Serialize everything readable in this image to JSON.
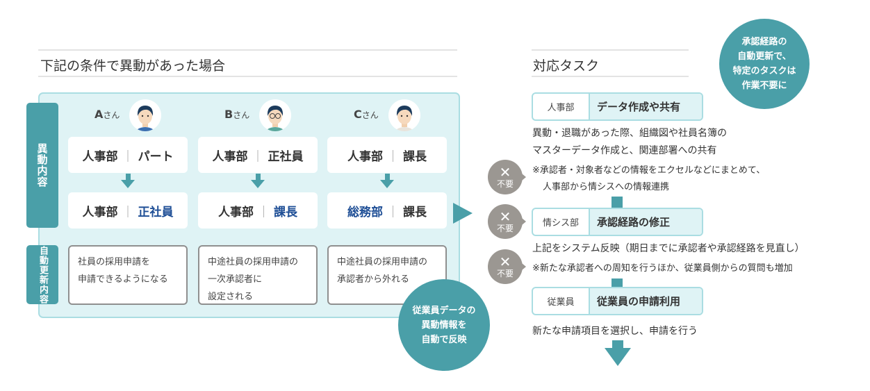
{
  "left": {
    "title": "下記の条件で異動があった場合",
    "side_labels": {
      "change": "異動内容",
      "auto_update": "自動更新内容"
    },
    "people": [
      {
        "name": "A",
        "suffix": "さん",
        "before": {
          "dept": "人事部",
          "role": "パート"
        },
        "after": {
          "dept": "人事部",
          "role": "正社員"
        },
        "changed": "role",
        "auto": [
          "社員の採用申請を",
          "申請できるようになる"
        ]
      },
      {
        "name": "B",
        "suffix": "さん",
        "before": {
          "dept": "人事部",
          "role": "正社員"
        },
        "after": {
          "dept": "人事部",
          "role": "課長"
        },
        "changed": "role",
        "auto": [
          "中途社員の採用申請の",
          "一次承認者に",
          "設定される"
        ]
      },
      {
        "name": "C",
        "suffix": "さん",
        "before": {
          "dept": "人事部",
          "role": "課長"
        },
        "after": {
          "dept": "総務部",
          "role": "課長"
        },
        "changed": "dept",
        "auto": [
          "中途社員の採用申請の",
          "承認者から外れる"
        ]
      }
    ],
    "separator": "｜",
    "badge": [
      "従業員データの",
      "異動情報を",
      "自動で反映"
    ]
  },
  "right": {
    "title": "対応タスク",
    "badge": [
      "承認経路の",
      "自動更新で、",
      "特定のタスクは",
      "作業不要に"
    ],
    "not_needed": {
      "x": "✕",
      "label": "不要"
    },
    "tasks": [
      {
        "owner": "人事部",
        "name": "データ作成や共有",
        "desc": [
          "異動・退職があった際、組織図や社員名簿の",
          "マスターデータ作成と、関連部署への共有"
        ],
        "note": [
          "※承認者・対象者などの情報をエクセルなどにまとめて、",
          "人事部から情シスへの情報連携"
        ]
      },
      {
        "owner": "情シス部",
        "name": "承認経路の修正",
        "desc": [
          "上記をシステム反映（期日までに承認者や承認経路を見直し）"
        ],
        "note": [
          "※新たな承認者への周知を行うほか、従業員側からの質問も増加"
        ]
      },
      {
        "owner": "従業員",
        "name": "従業員の申請利用",
        "desc": [
          "新たな申請項目を選択し、申請を行う"
        ]
      }
    ]
  },
  "colors": {
    "teal": "#4a9fa8",
    "light_teal": "#dff3f5",
    "blue_text": "#1f4f96",
    "gray": "#9b9792"
  }
}
